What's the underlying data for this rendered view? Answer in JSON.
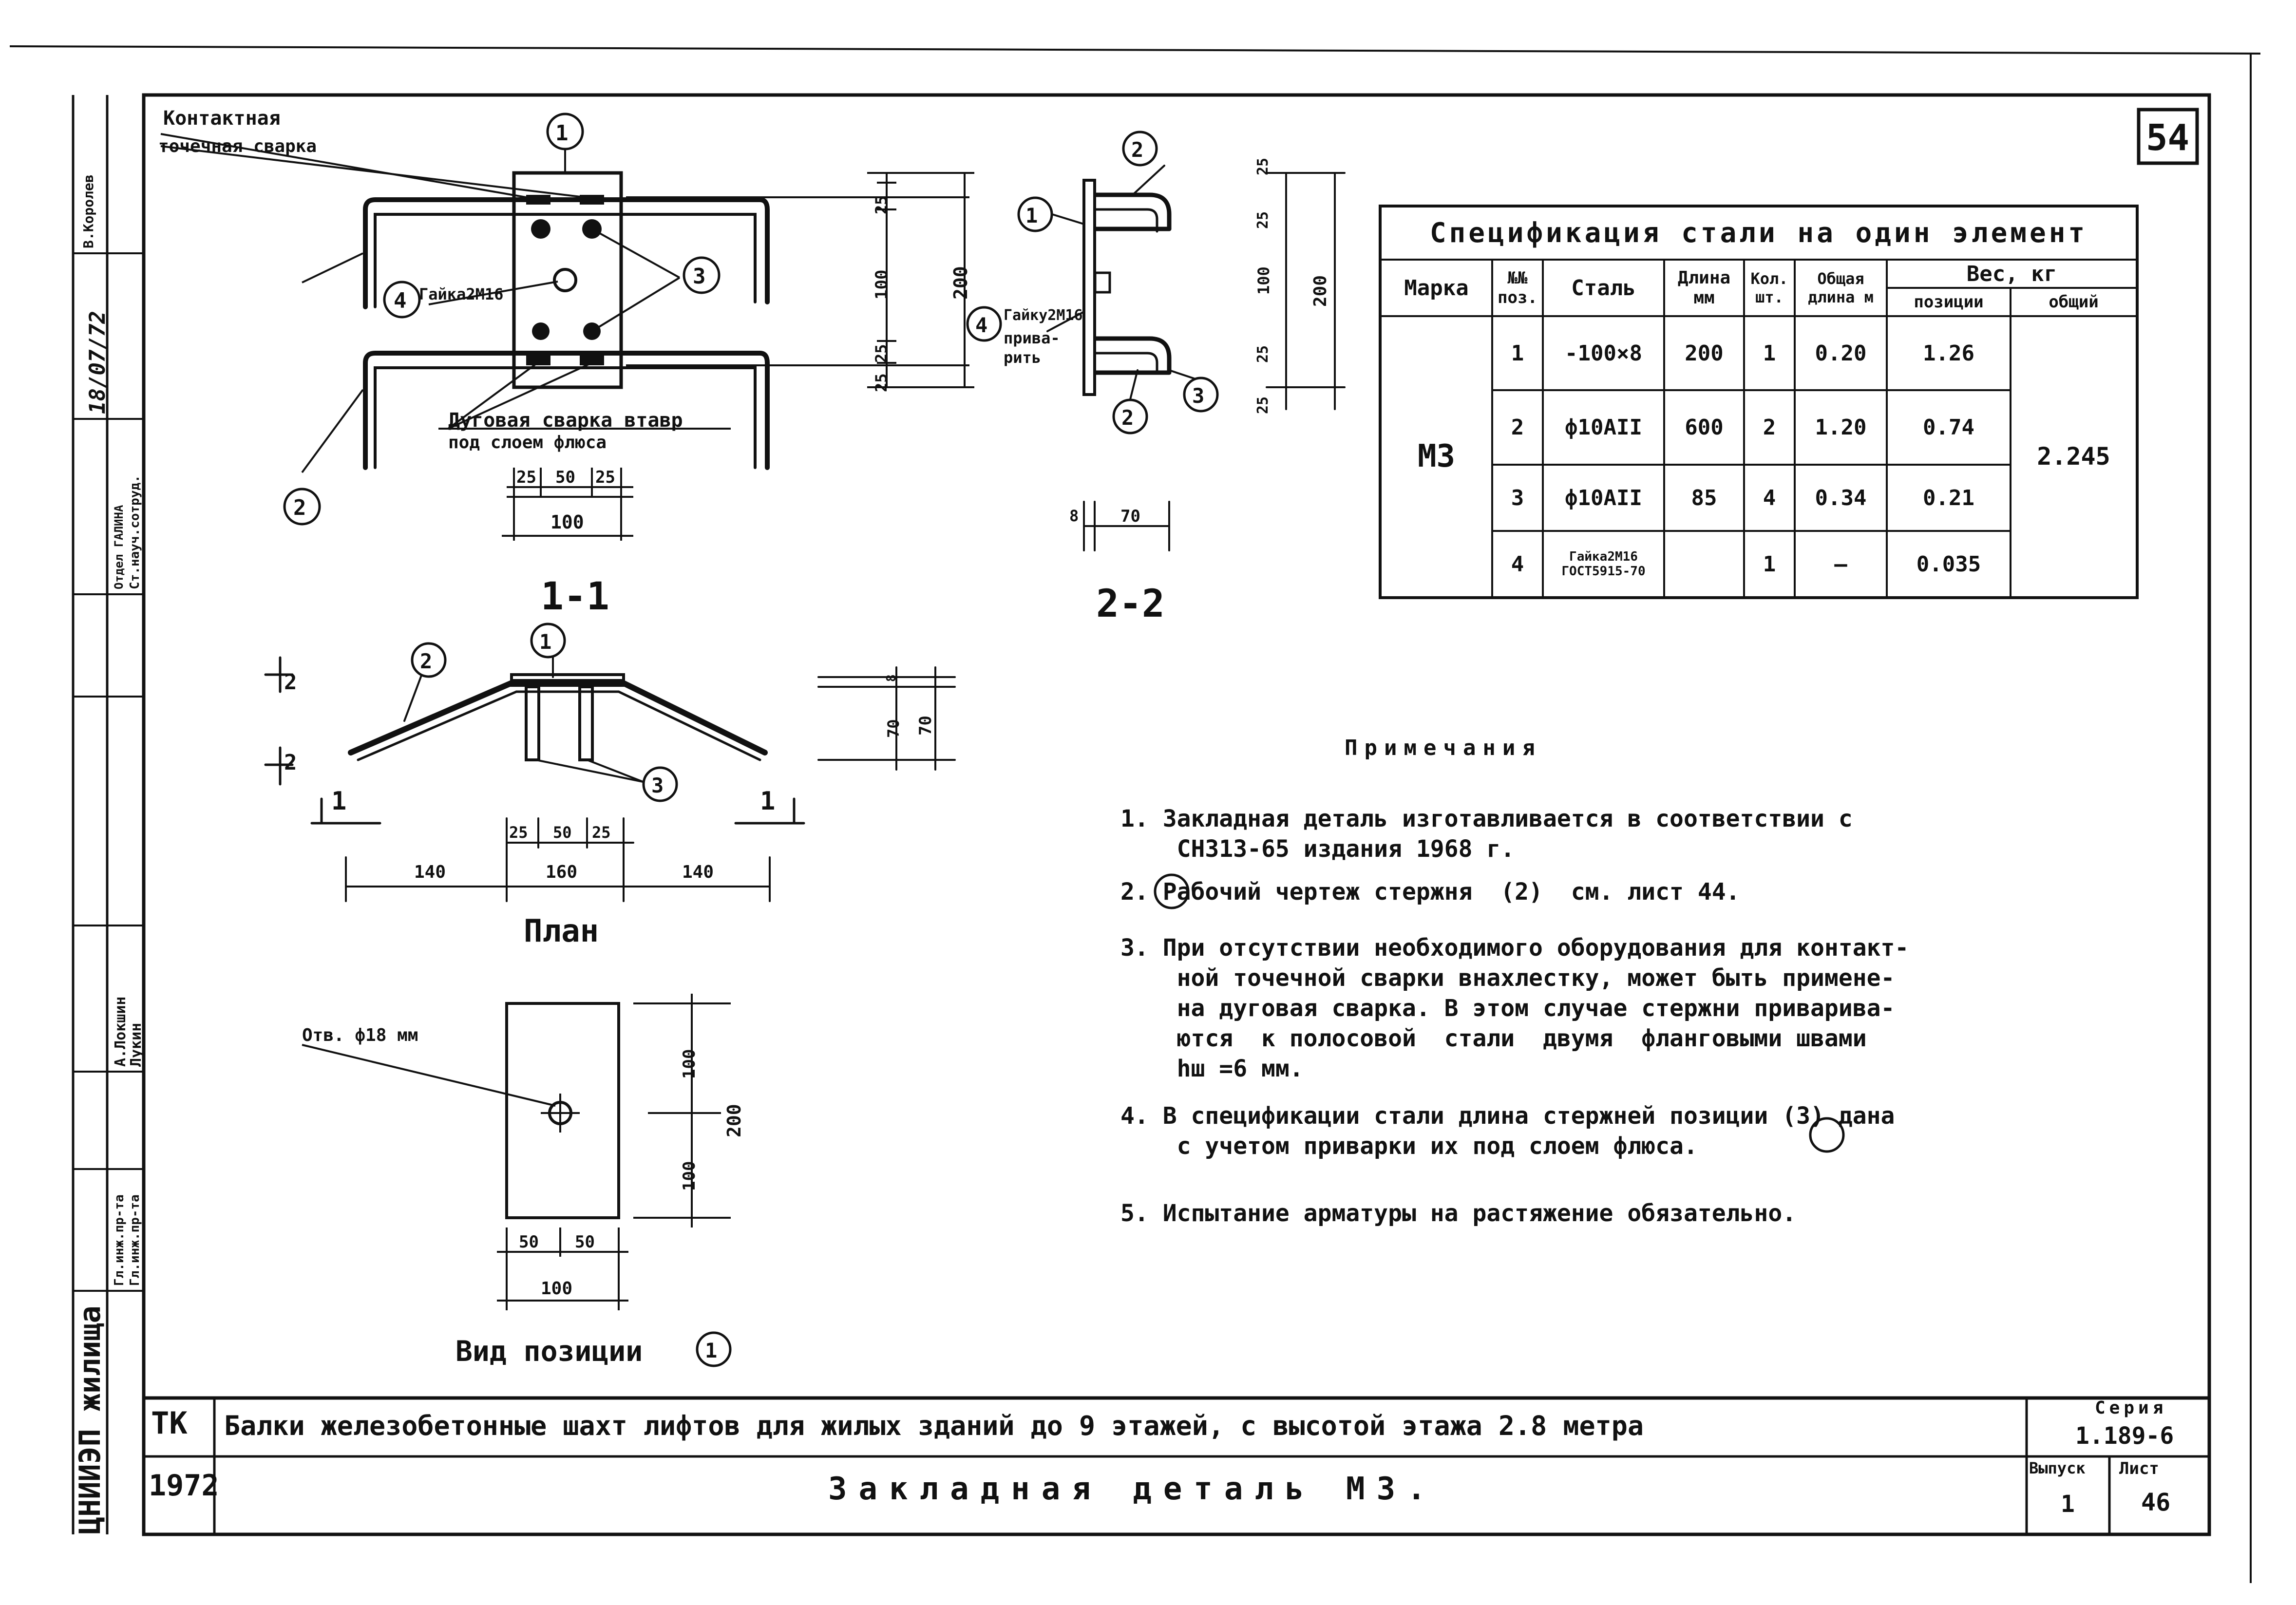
{
  "sheet_number": "54",
  "section_labels": {
    "s11": "1-1",
    "s22": "2-2",
    "plan": "План",
    "view": "Вид позиции"
  },
  "callouts": [
    "1",
    "2",
    "3",
    "4"
  ],
  "annotations": {
    "contact_weld_1": "Контактная",
    "contact_weld_2": "точечная сварка",
    "nut_a": "Гайка2М16",
    "nut_b": "Гайку2М16",
    "weld_on_1": "прива-",
    "weld_on_2": "рить",
    "arc_weld_1": "Дуговая сварка втавр",
    "arc_weld_2": "под слоем флюса",
    "hole": "Отв. ф18 мм",
    "sec_mark_1": "1",
    "sec_mark_2": "2"
  },
  "dims": {
    "d25": "25",
    "d50": "50",
    "d100": "100",
    "d200": "200",
    "d140": "140",
    "d160": "160",
    "d70": "70",
    "d8": "8",
    "d6": "6"
  },
  "spec_table": {
    "title": "Спецификация стали на один элемент",
    "headers": {
      "marka": "Марка",
      "pos": "№№ поз.",
      "steel": "Сталь",
      "length": "Длина мм",
      "qty": "Кол. шт.",
      "total_length": "Общая длина м",
      "weight": "Вес, кг",
      "weight_pos": "позиции",
      "weight_total": "общий"
    },
    "marka": "М3",
    "total_weight": "2.245",
    "rows": [
      {
        "pos": "1",
        "steel": "-100×8",
        "length": "200",
        "qty": "1",
        "total": "0.20",
        "weight": "1.26"
      },
      {
        "pos": "2",
        "steel": "ф10АII",
        "length": "600",
        "qty": "2",
        "total": "1.20",
        "weight": "0.74"
      },
      {
        "pos": "3",
        "steel": "ф10АII",
        "length": "85",
        "qty": "4",
        "total": "0.34",
        "weight": "0.21"
      },
      {
        "pos": "4",
        "steel": "Гайка2М16 ГОСТ5915-70",
        "length": "",
        "qty": "1",
        "total": "—",
        "weight": "0.035"
      }
    ]
  },
  "notes": {
    "title": "Примечания",
    "items": [
      "1. Закладная деталь изготавливается в соответствии с\n    СН313-65 издания 1968 г.",
      "2. Рабочий чертеж стержня  (2)  см. лист 44.",
      "3. При отсутствии необходимого оборудования для контакт-\n    ной точечной сварки внахлестку, может быть примене-\n    на дуговая сварка. В этом случае стержни приварива-\n    ются  к полосовой  стали  двумя  фланговыми швами\n    hш =6 мм.",
      "4. В спецификации стали длина стержней позиции (3) дана\n    с учетом приварки их под слоем флюса.",
      "5. Испытание арматуры на растяжение обязательно."
    ]
  },
  "title_block": {
    "org_short": "ТК",
    "year": "1972",
    "title": "Балки железобетонные шахт лифтов для жилых зданий до 9 этажей, с высотой этажа 2.8 метра",
    "subtitle": "Закладная деталь М3.",
    "series_label": "Серия",
    "series": "1.189-6",
    "issue_label": "Выпуск",
    "issue": "1",
    "sheet_label": "Лист",
    "sheet": "46",
    "institute": "ЦНИИЭП жилища",
    "roles": [
      "Гл.инж.пр-та",
      "Гл.инж.пр-та",
      "Ст.науч.сотруд.",
      "Отдел ГАЛИНА"
    ],
    "names": [
      "Лукин",
      "А.Локшин",
      "В.Королев"
    ],
    "date": "18/07/72"
  }
}
